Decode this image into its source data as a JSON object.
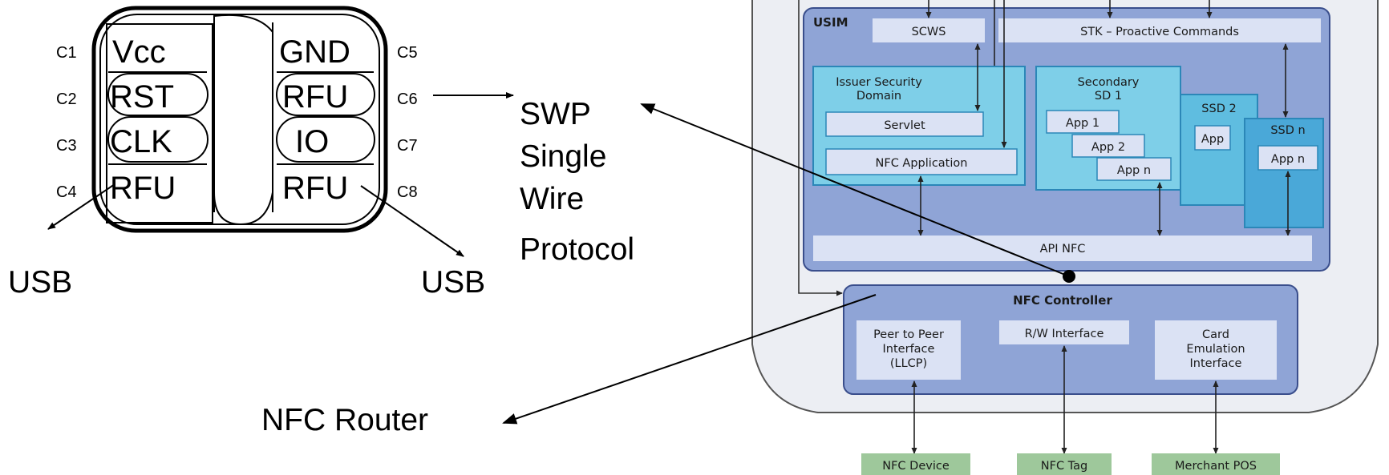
{
  "sim_card": {
    "contacts_left": [
      {
        "id": "C1",
        "label": "Vcc"
      },
      {
        "id": "C2",
        "label": "RST"
      },
      {
        "id": "C3",
        "label": "CLK"
      },
      {
        "id": "C4",
        "label": "RFU"
      }
    ],
    "contacts_right": [
      {
        "id": "C5",
        "label": "GND"
      },
      {
        "id": "C6",
        "label": "RFU"
      },
      {
        "id": "C7",
        "label": "IO"
      },
      {
        "id": "C8",
        "label": "RFU"
      }
    ]
  },
  "annotations": {
    "usb_left": "USB",
    "usb_right": "USB",
    "swp_lines": [
      "SWP",
      "Single",
      "Wire",
      "Protocol"
    ],
    "nfc_router": "NFC Router"
  },
  "usim": {
    "label": "USIM",
    "scws": "SCWS",
    "stk": "STK – Proactive Commands",
    "issuer_sd": [
      "Issuer Security",
      "Domain"
    ],
    "servlet": "Servlet",
    "nfc_application": "NFC Application",
    "secondary_sd": [
      "Secondary",
      "SD 1"
    ],
    "apps": [
      "App 1",
      "App 2",
      "App n"
    ],
    "ssd2": "SSD 2",
    "ssd2_app": "App",
    "ssdn": "SSD n",
    "ssdn_app": "App n",
    "api_nfc": "API NFC"
  },
  "nfc_controller": {
    "title": "NFC Controller",
    "p2p": [
      "Peer to Peer",
      "Interface",
      "(LLCP)"
    ],
    "rw": "R/W Interface",
    "card_emulation": [
      "Card",
      "Emulation",
      "Interface"
    ]
  },
  "external": {
    "device": "NFC Device",
    "tag": "NFC Tag",
    "pos": "Merchant POS"
  },
  "colors": {
    "usim_bg": "#8fa4d6",
    "box_light": "#dbe2f4",
    "secondary_bg": "#7ecfe8",
    "ssd_bg": "#5fbde0",
    "ssdn_bg": "#4aa8d8",
    "external_bg": "#9ec89b",
    "outline": "#3a4e8c"
  }
}
